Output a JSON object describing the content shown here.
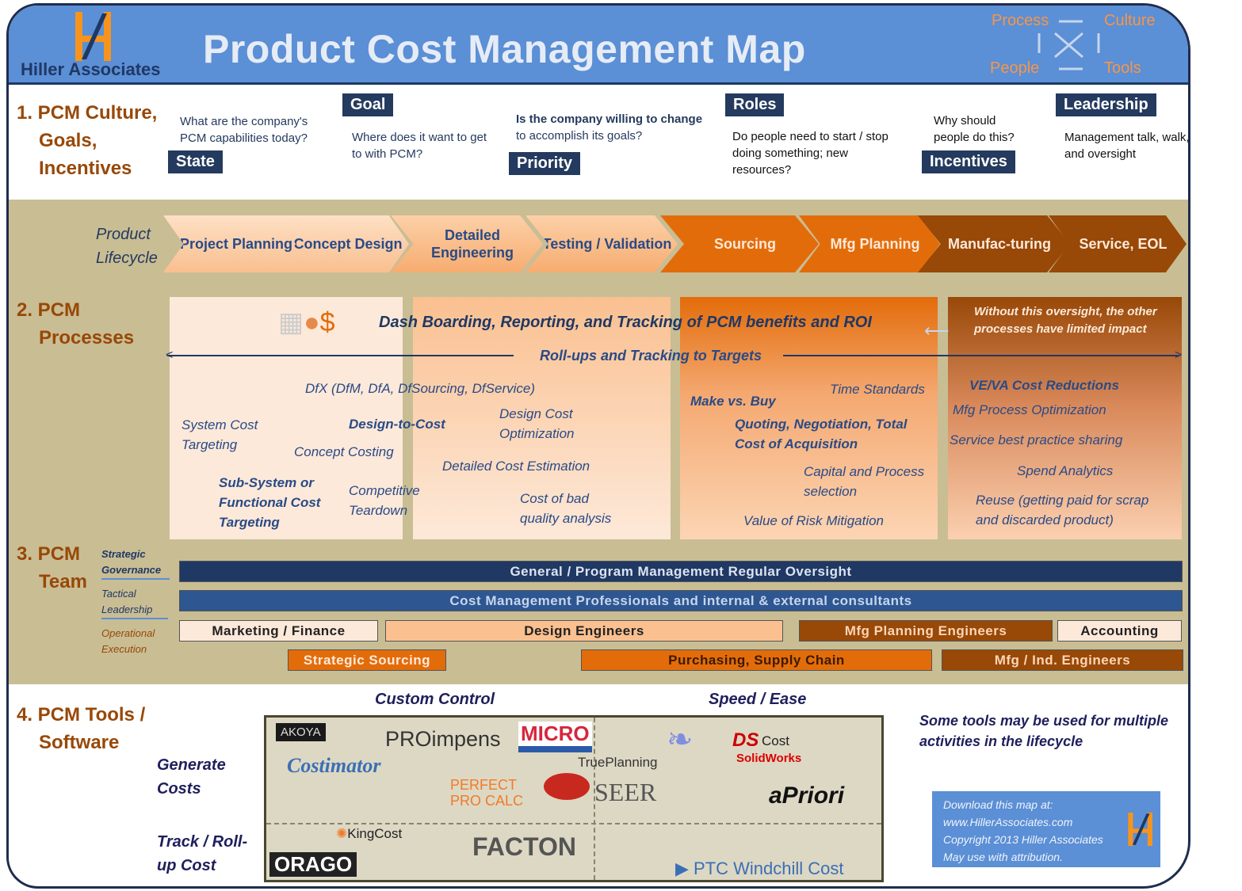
{
  "header": {
    "company": "Hiller Associates",
    "title": "Product Cost Management Map",
    "corner": {
      "process": "Process",
      "culture": "Culture",
      "people": "People",
      "tools": "Tools"
    }
  },
  "section1": {
    "heading": [
      "1. PCM Culture,",
      "Goals,",
      "Incentives"
    ],
    "items": [
      {
        "tag": "State",
        "text": "What are the company's PCM capabilities today?"
      },
      {
        "tag": "Goal",
        "text": "Where does it want to get to with PCM?"
      },
      {
        "tag": "Priority",
        "text_bold": "Is the company willing to change",
        "text": "to accomplish its goals?"
      },
      {
        "tag": "Roles",
        "text": "Do people need to start / stop doing something; new resources?"
      },
      {
        "tag": "Incentives",
        "text": "Why should people do this?"
      },
      {
        "tag": "Leadership",
        "text": "Management talk, walk, and oversight"
      }
    ]
  },
  "lifecycle": {
    "label": [
      "Product",
      "Lifecycle"
    ],
    "stages": [
      "Project Planning",
      "Concept Design",
      "Detailed Engineering",
      "Testing / Validation",
      "Sourcing",
      "Mfg Planning",
      "Manufac-turing",
      "Service, EOL"
    ]
  },
  "section2": {
    "heading": [
      "2. PCM",
      "Processes"
    ],
    "dashboard": "Dash Boarding, Reporting, and Tracking of PCM benefits and ROI",
    "oversight": "Without this oversight, the other processes have limited impact",
    "rollups": "Roll-ups and Tracking to Targets",
    "items": [
      "DfX (DfM, DfA, DfSourcing, DfService)",
      "System Cost Targeting",
      "Design-to-Cost",
      "Design Cost Optimization",
      "Concept Costing",
      "Detailed Cost Estimation",
      "Sub-System or Functional Cost Targeting",
      "Competitive Teardown",
      "Cost of bad quality analysis",
      "Time Standards",
      "Make vs. Buy",
      "Quoting, Negotiation, Total Cost of Acquisition",
      "Capital and Process selection",
      "Value of Risk Mitigation",
      "VE/VA Cost Reductions",
      "Mfg Process Optimization",
      "Service best practice sharing",
      "Spend Analytics",
      "Reuse (getting paid for scrap and discarded product)"
    ]
  },
  "section3": {
    "heading": [
      "3. PCM",
      "Team"
    ],
    "levels": [
      "Strategic Governance",
      "Tactical Leadership",
      "Operational Execution"
    ],
    "bars": [
      "General / Program Management Regular Oversight",
      "Cost Management Professionals and internal & external consultants",
      "Marketing / Finance",
      "Design Engineers",
      "Mfg Planning Engineers",
      "Accounting",
      "Strategic Sourcing",
      "Purchasing, Supply Chain",
      "Mfg / Ind. Engineers"
    ]
  },
  "section4": {
    "heading": [
      "4. PCM Tools /",
      "Software"
    ],
    "axis": [
      "Custom Control",
      "Speed / Ease"
    ],
    "rows": [
      "Generate Costs",
      "Track / Roll-up Cost"
    ],
    "logos": [
      "AKOYA",
      "PROimpens",
      "MICRO",
      "Costimator",
      "TruePlanning",
      "Cost",
      "SolidWorks",
      "PERFECT",
      "PRO CALC",
      "SEER",
      "aPriori",
      "KingCost",
      "FACTON",
      "ORAGO",
      "PTC Windchill Cost"
    ],
    "note": "Some tools may be used for multiple activities in the lifecycle",
    "download": [
      "Download this map at:",
      "www.HillerAssociates.com",
      "Copyright 2013  Hiller Associates",
      "May use with attribution."
    ]
  },
  "colors": {
    "navy": "#243a5e",
    "orange": "#e36c0a",
    "brown": "#984807",
    "header": "#5b8fd6",
    "band": "#c9bd94"
  }
}
